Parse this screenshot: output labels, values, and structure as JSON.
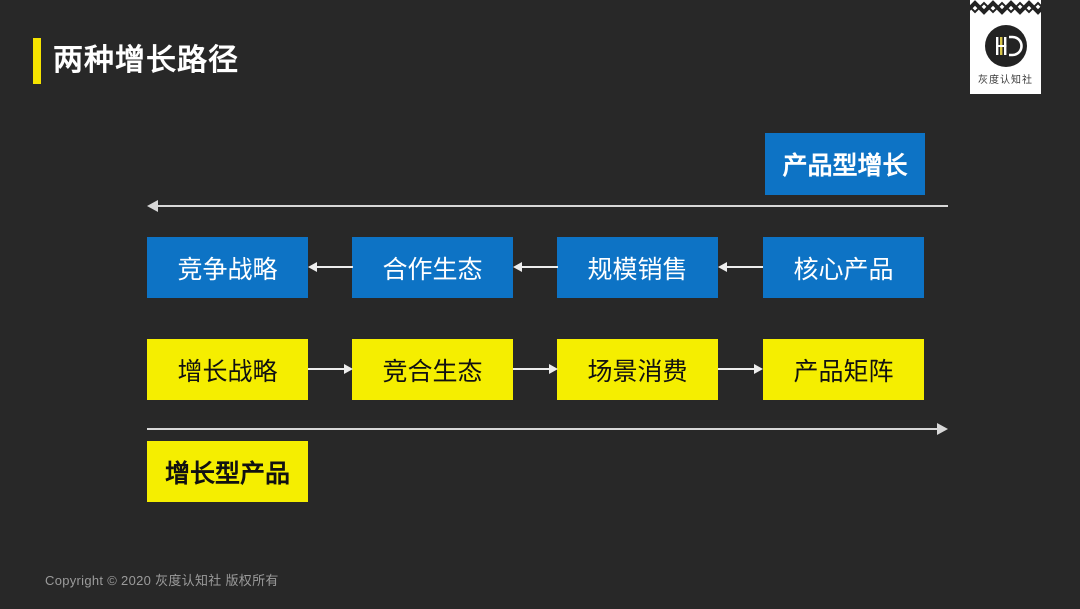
{
  "slide": {
    "title": "两种增长路径",
    "footer": "Copyright © 2020 灰度认知社 版权所有"
  },
  "logo": {
    "name": "灰度认知社"
  },
  "colors": {
    "background": "#282828",
    "blue_box": "#0d73c5",
    "yellow_box": "#f5ee00",
    "accent_bar": "#f5e400",
    "arrow": "#d8d8d8"
  },
  "diagram": {
    "product_path_label": "产品型增长",
    "growth_path_label": "增长型产品",
    "blue_row": [
      "竞争战略",
      "合作生态",
      "规模销售",
      "核心产品"
    ],
    "yellow_row": [
      "增长战略",
      "竞合生态",
      "场景消费",
      "产品矩阵"
    ]
  }
}
